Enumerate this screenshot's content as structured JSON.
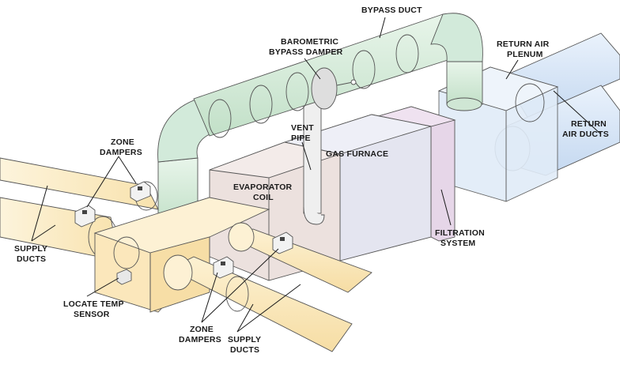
{
  "labels": {
    "bypass_duct": "BYPASS DUCT",
    "barometric_damper_line1": "BAROMETRIC",
    "barometric_damper_line2": "BYPASS DAMPER",
    "return_air_plenum_line1": "RETURN AIR",
    "return_air_plenum_line2": "PLENUM",
    "return_air_ducts_line1": "RETURN",
    "return_air_ducts_line2": "AIR DUCTS",
    "vent_pipe_line1": "VENT",
    "vent_pipe_line2": "PIPE",
    "gas_furnace": "GAS FURNACE",
    "evaporator_coil_line1": "EVAPORATOR",
    "evaporator_coil_line2": "COIL",
    "zone_dampers_top_line1": "ZONE",
    "zone_dampers_top_line2": "DAMPERS",
    "supply_ducts_left_line1": "SUPPLY",
    "supply_ducts_left_line2": "DUCTS",
    "filtration_system_line1": "FILTRATION",
    "filtration_system_line2": "SYSTEM",
    "locate_temp_sensor_line1": "LOCATE TEMP",
    "locate_temp_sensor_line2": "SENSOR",
    "zone_dampers_bottom_line1": "ZONE",
    "zone_dampers_bottom_line2": "DAMPERS",
    "supply_ducts_bottom_line1": "SUPPLY",
    "supply_ducts_bottom_line2": "DUCTS"
  },
  "colors": {
    "supply": "#fbe7b8",
    "supply_light": "#fdf3da",
    "bypass": "#cfe8d4",
    "bypass_light": "#e4f3e6",
    "return": "#cfe0f4",
    "return_light": "#e6f0fb",
    "furnace": "#e3e4ef",
    "coil": "#eadfdc",
    "filter": "#e8d8ea",
    "damper": "#f2f2f2"
  }
}
